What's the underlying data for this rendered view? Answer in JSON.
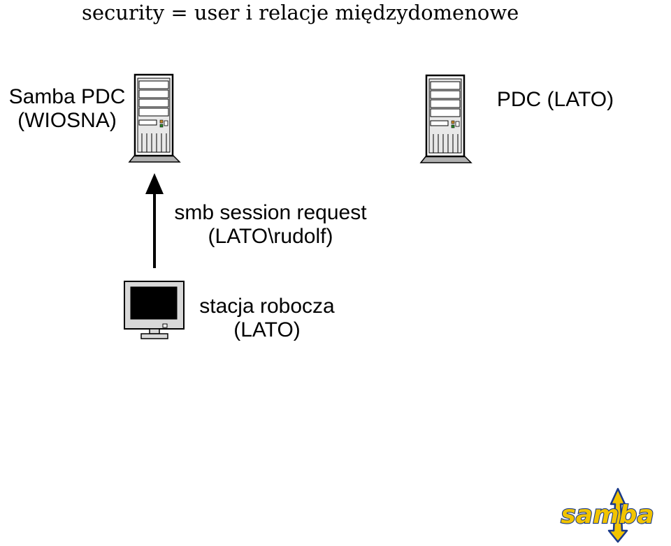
{
  "title": "security = user i relacje międzydomenowe",
  "nodes": {
    "samba_pdc": {
      "line1": "Samba PDC",
      "line2": "(WIOSNA)"
    },
    "pdc_lato": {
      "line1": "PDC (LATO)"
    },
    "workstation": {
      "line1": "stacja robocza",
      "line2": "(LATO)"
    }
  },
  "edges": {
    "session_request": {
      "line1": "smb session request",
      "line2": "(LATO\\rudolf)"
    }
  },
  "logo": {
    "text": "samba"
  },
  "colors": {
    "server_fill": "#ffffff",
    "server_panel": "#e8e8e8",
    "server_shadow": "#b0b0b0",
    "monitor_body": "#d8d8d8",
    "screen": "#000000",
    "led_green": "#2a8a2a",
    "led_orange": "#c88a2a",
    "logo_yellow": "#f2c400",
    "logo_blue": "#1a3a8a"
  }
}
